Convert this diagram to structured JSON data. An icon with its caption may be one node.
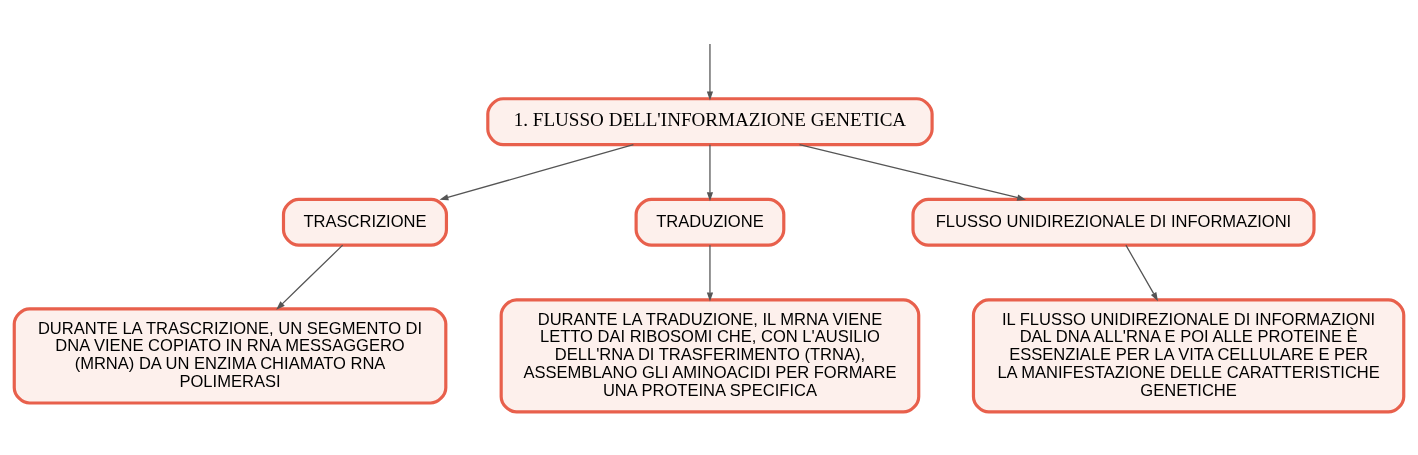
{
  "diagram": {
    "nodes": [
      {
        "text": [
          "1. FLUSSO DELL'INFORMAZIONE GENETICA"
        ]
      },
      {
        "text": [
          "TRASCRIZIONE"
        ]
      },
      {
        "text": [
          "TRADUZIONE"
        ]
      },
      {
        "text": [
          "FLUSSO UNIDIREZIONALE DI INFORMAZIONI"
        ]
      },
      {
        "text": [
          "DURANTE LA TRASCRIZIONE, UN SEGMENTO DI DNA VIENE COPIATO IN RNA MESSAGGERO (MRNA) DA UN ENZIMA CHIAMATO RNA POLIMERASI"
        ]
      },
      {
        "text": [
          "DURANTE LA TRADUZIONE, IL MRNA VIENE LETTO DAI RIBOSOMI CHE, CON L'AUSILIO DELL'RNA DI TRASFERIMENTO (TRNA), ASSEMBLANO GLI AMINOACIDI PER FORMARE UNA PROTEINA SPECIFICA"
        ]
      },
      {
        "text": [
          "IL FLUSSO UNIDIREZIONALE DI INFORMAZIONI DAL DNA ALL'RNA E POI ALLE PROTEINE È ESSENZIALE PER LA VITA CELLULARE E PER LA MANIFESTAZIONE DELLE CARATTERISTICHE GENETICHE"
        ]
      }
    ],
    "edges": [
      {
        "from": null,
        "to": 0,
        "arrow": "to"
      },
      {
        "from": 0,
        "to": 1,
        "arrow": "to"
      },
      {
        "from": 0,
        "to": 2,
        "arrow": "to"
      },
      {
        "from": 0,
        "to": 3,
        "arrow": "to"
      },
      {
        "from": 1,
        "to": 4,
        "arrow": "to"
      },
      {
        "from": 2,
        "to": 5,
        "arrow": "to"
      },
      {
        "from": 3,
        "to": 6,
        "arrow": "to"
      }
    ]
  }
}
